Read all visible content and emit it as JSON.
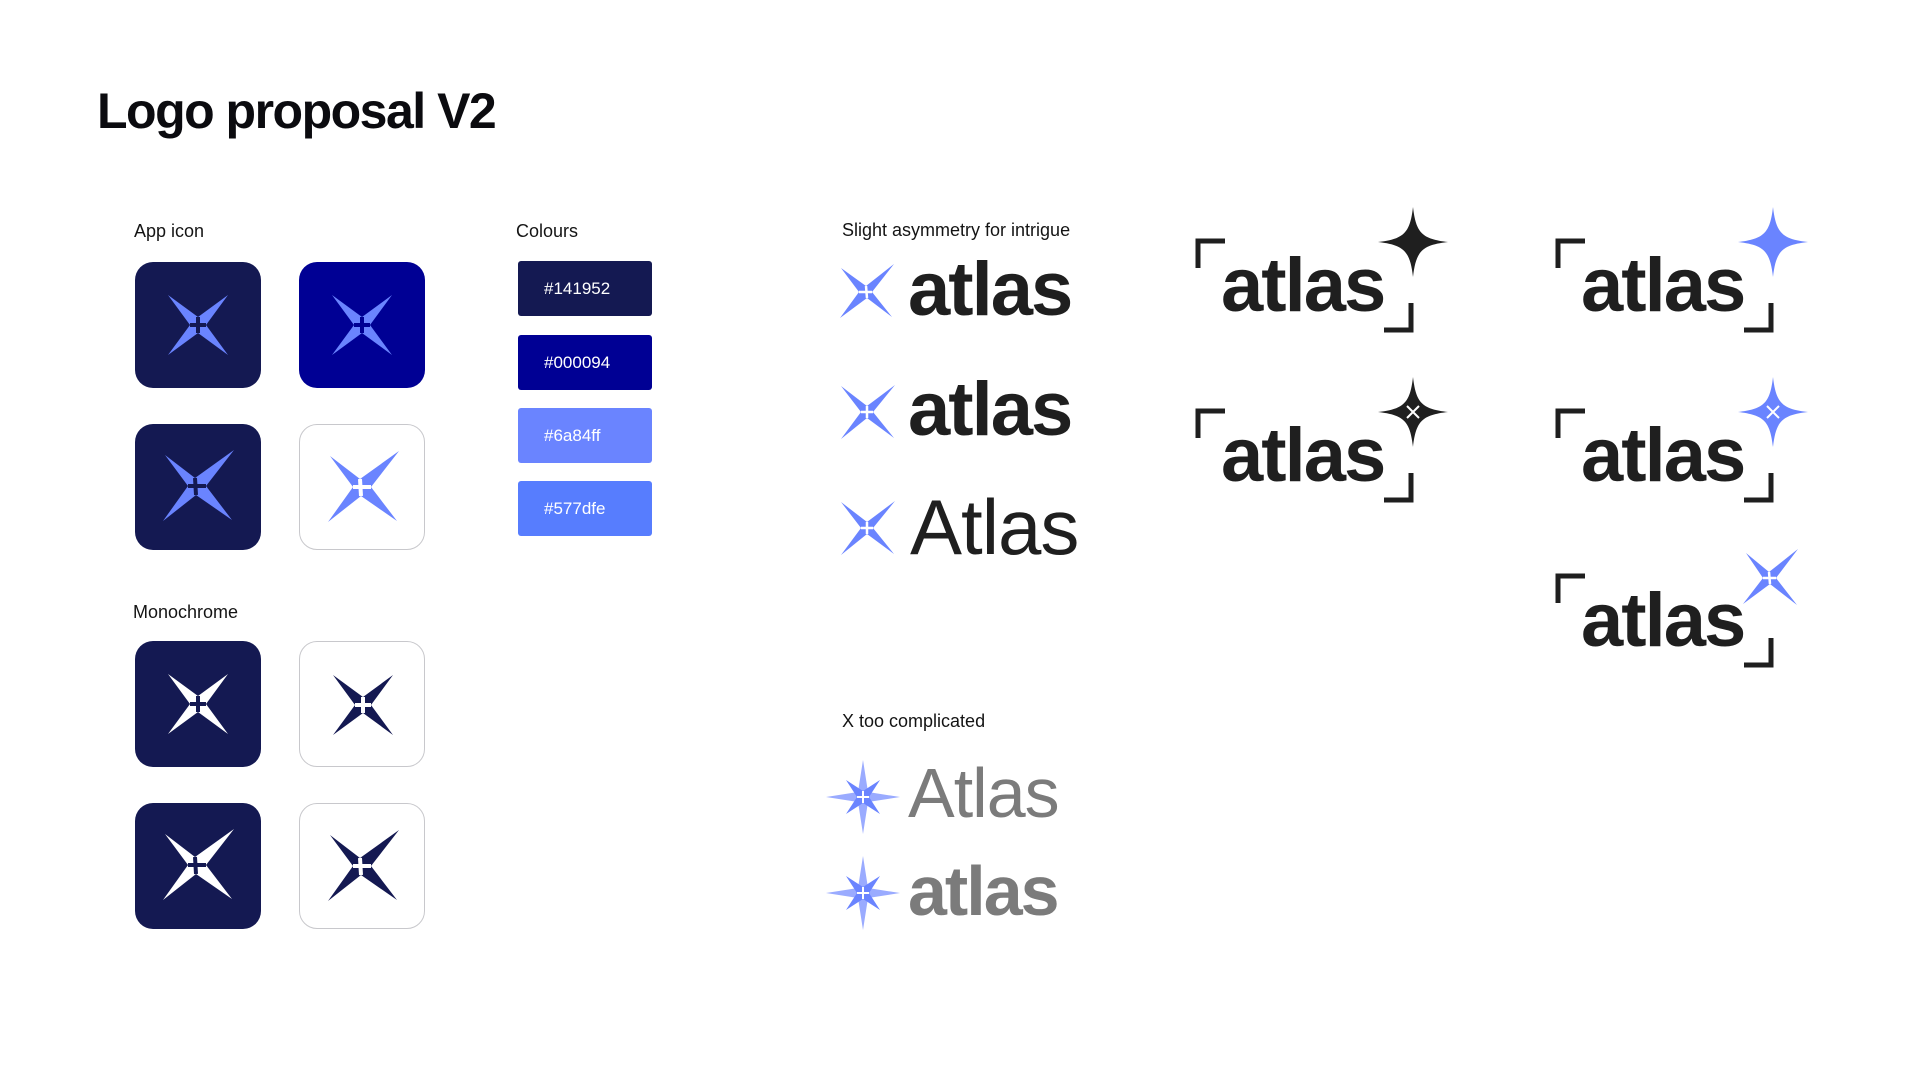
{
  "page": {
    "title": "Logo proposal V2"
  },
  "sections": {
    "app_icon": "App icon",
    "colours": "Colours",
    "monochrome": "Monochrome",
    "asymmetry": "Slight asymmetry for intrigue",
    "x_complicated": "X too complicated"
  },
  "colours": [
    {
      "label": "#141952",
      "hex": "#141952"
    },
    {
      "label": "#000094",
      "hex": "#000094"
    },
    {
      "label": "#6a84ff",
      "hex": "#6a84ff"
    },
    {
      "label": "#577dfe",
      "hex": "#577dfe"
    }
  ],
  "wordmarks": {
    "lower_bold_1": "atlas",
    "lower_bold_2": "atlas",
    "capital": "Atlas",
    "bracket_1": "atlas",
    "bracket_2": "atlas",
    "bracket_3": "atlas",
    "bracket_4": "atlas",
    "bracket_5": "atlas",
    "x_capital": "Atlas",
    "x_lower": "atlas"
  },
  "icons": {
    "app_icon_mark": "x-star-icon",
    "bracket_mark": "four-point-star-icon",
    "compass_mark": "compass-star-icon"
  },
  "brand_colors": {
    "navy": "#141952",
    "deep_blue": "#000094",
    "periwinkle": "#6a84ff",
    "blue": "#577dfe",
    "ink": "#1f1f1f",
    "grey": "#7b7b7b"
  }
}
